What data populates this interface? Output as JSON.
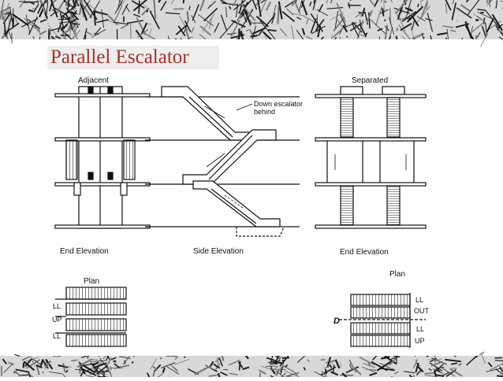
{
  "slide": {
    "title": "Parallel Escalator",
    "title_color": "#a8302a",
    "border_style": "dark scratchy texture"
  },
  "diagram": {
    "labels": {
      "adjacent": "Adjacent",
      "separated": "Separated",
      "end_elevation_left": "End Elevation",
      "side_elevation": "Side Elevation",
      "end_elevation_right": "End Elevation",
      "down_escalator_line1": "Down escalator",
      "down_escalator_line2": "behind",
      "plan_left": "Plan",
      "plan_right": "Plan",
      "ll_top_left": "LL",
      "up_left": "UP",
      "ll_bottom_left": "LL",
      "ll_top_right": "LL",
      "out_right": "OUT",
      "d_marker": "D",
      "ll_bottom_right": "LL",
      "up_right": "UP"
    }
  }
}
